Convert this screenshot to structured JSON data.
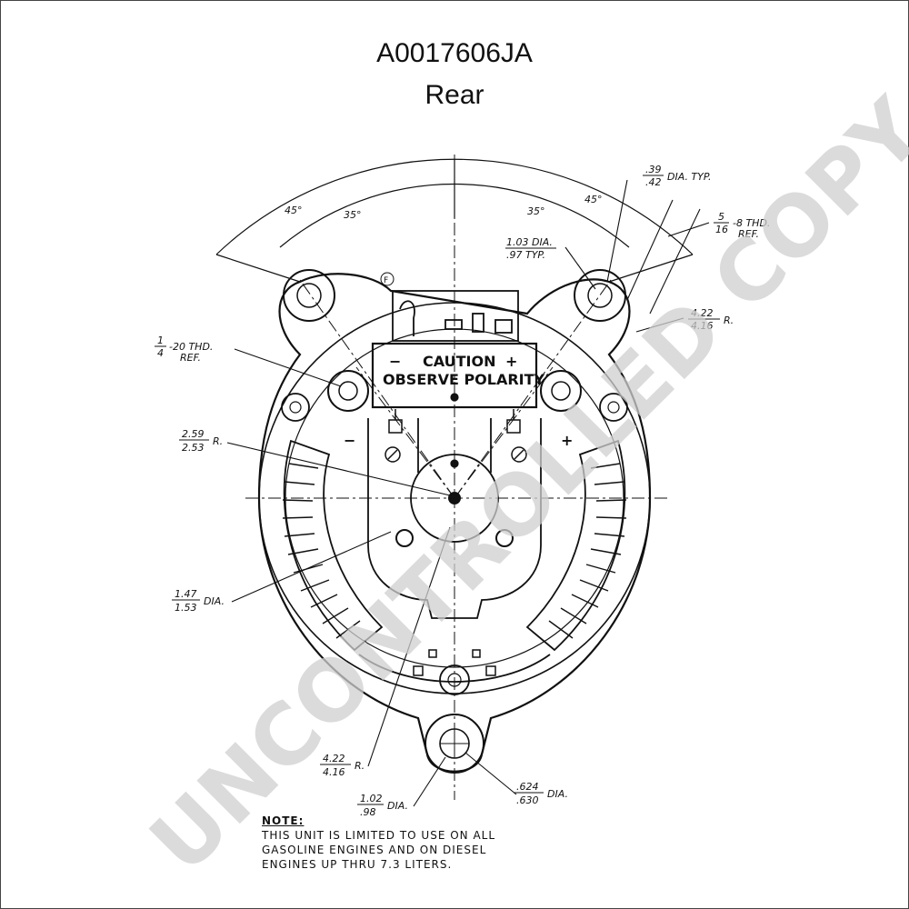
{
  "header": {
    "part_number": "A0017606JA",
    "view": "Rear"
  },
  "label": {
    "line1": "CAUTION",
    "line2": "OBSERVE POLARITY",
    "minus": "−",
    "plus": "+"
  },
  "terminals": {
    "minus": "−",
    "plus": "+",
    "field": "F"
  },
  "angles": {
    "a1": "45°",
    "a2": "35°",
    "a3": "35°",
    "a4": "45°"
  },
  "dimensions": {
    "top_hole": {
      "num": ".39",
      "den": ".42",
      "text": "DIA. TYP."
    },
    "thread_5_16": {
      "num": "5",
      "den": "16",
      "text": "-8 THD.",
      "text2": "REF."
    },
    "dia_103": {
      "num": "1.03 DIA.",
      "den": ".97 TYP."
    },
    "radius_422_top": {
      "num": "4.22",
      "den": "4.16",
      "text": "R."
    },
    "thread_1_4": {
      "num": "1",
      "den": "4",
      "text": "-20 THD.",
      "text2": "REF."
    },
    "radius_259": {
      "num": "2.59",
      "den": "2.53",
      "text": "R."
    },
    "dia_147": {
      "num": "1.47",
      "den": "1.53",
      "text": "DIA."
    },
    "radius_422_bottom": {
      "num": "4.22",
      "den": "4.16",
      "text": "R."
    },
    "dia_102": {
      "num": "1.02",
      "den": ".98",
      "text": "DIA."
    },
    "dia_624": {
      "num": ".624",
      "den": ".630",
      "text": "DIA."
    }
  },
  "note": {
    "heading": "NOTE:",
    "lines": [
      "THIS UNIT IS LIMITED TO USE ON ALL",
      "GASOLINE ENGINES AND ON DIESEL",
      "ENGINES UP THRU 7.3 LITERS."
    ]
  },
  "watermark": "UNCONTROLLED COPY"
}
